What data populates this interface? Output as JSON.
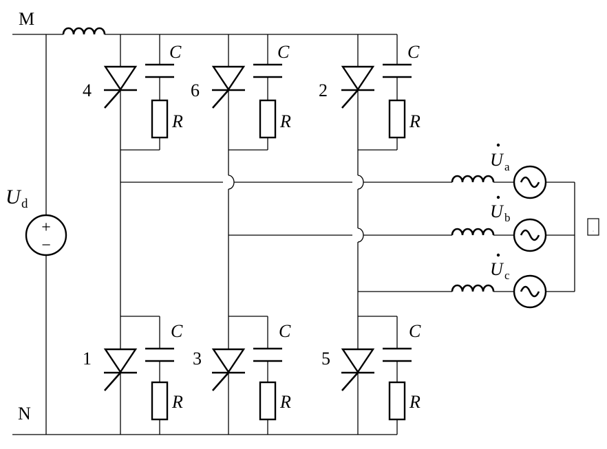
{
  "labels": {
    "bus_top": "M",
    "bus_bottom": "N",
    "dc_source": "U",
    "dc_source_sub": "d",
    "dc_plus": "+",
    "dc_minus": "−",
    "capacitor": "C",
    "resistor": "R",
    "phase_symbol": "U",
    "phase_a_sub": "a",
    "phase_b_sub": "b",
    "phase_c_sub": "c",
    "neutral_box": "□"
  },
  "thyristors": {
    "upper": [
      "4",
      "6",
      "2"
    ],
    "lower": [
      "1",
      "3",
      "5"
    ]
  }
}
